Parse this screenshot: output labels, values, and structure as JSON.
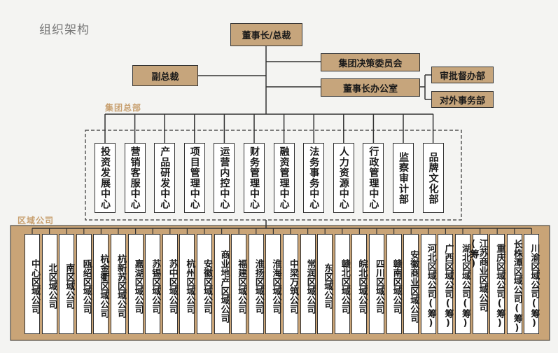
{
  "title": "组织架构",
  "chairman": "董事长/总裁",
  "vice_president": "副总裁",
  "committee": "集团决策委员会",
  "chairman_office": "董事长办公室",
  "office_children": [
    "审批督办部",
    "对外事务部"
  ],
  "hq_label": "集团总部",
  "hq_departments": [
    "投资发展中心",
    "营销客服中心",
    "产品研发中心",
    "项目管理中心",
    "运营内控中心",
    "财务管理中心",
    "融资管理中心",
    "法务事务中心",
    "人力资源中心",
    "行政管理中心",
    "监察审计部",
    "品牌文化部"
  ],
  "region_label": "区域公司",
  "regions": [
    "中心区域公司",
    "北区域公司",
    "南区域公司",
    "瓯绍区域公司",
    "杭金衢区域公司",
    "杭新苏区域公司",
    "嘉湖区域公司",
    "苏锡区域公司",
    "苏中区域公司",
    "杭州区域公司",
    "安徽区域公司",
    "商业地产区域公司",
    "福建区域公司",
    "淮扬区域公司",
    "淮海区域公司",
    "中梁万筑公司",
    "常润区域公司",
    "东区域公司",
    "赣北区域公司",
    "皖北区域公司",
    "四川区域公司",
    "赣南区域公司",
    "安徽商业区域公司",
    "河北区域公司(筹)",
    "广西区域公司(筹)",
    "湖北区域公司(筹)",
    "江苏商业区域公司(筹)",
    "重庆区域公司(筹)",
    "长株潭区域公司(筹)",
    "川渝区域公司(筹)"
  ],
  "colors": {
    "box_fill": "#c6a57c",
    "region_band": "#c9a477",
    "label_gold": "#c8a070"
  }
}
